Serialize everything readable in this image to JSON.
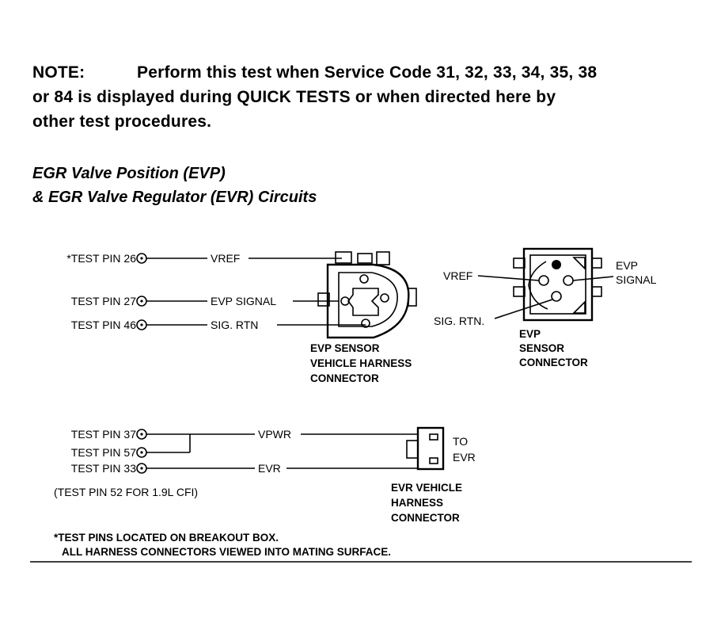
{
  "note": {
    "label": "NOTE:",
    "line1": "Perform this test when Service Code 31, 32, 33, 34, 35, 38",
    "line2": "or 84 is displayed during QUICK TESTS or when directed here by",
    "line3": "other test procedures."
  },
  "title": {
    "line1": "EGR Valve Position (EVP)",
    "line2": "& EGR Valve Regulator (EVR) Circuits"
  },
  "evp_harness": {
    "pins": [
      {
        "pin": "*TEST PIN 26",
        "signal": "VREF"
      },
      {
        "pin": "TEST PIN 27",
        "signal": "EVP SIGNAL"
      },
      {
        "pin": "TEST PIN 46",
        "signal": "SIG. RTN"
      }
    ],
    "caption": [
      "EVP SENSOR",
      "VEHICLE HARNESS",
      "CONNECTOR"
    ]
  },
  "evp_sensor": {
    "labels": {
      "vref": "VREF",
      "sig_rtn": "SIG. RTN.",
      "evp": "EVP",
      "signal": "SIGNAL"
    },
    "caption": [
      "EVP",
      "SENSOR",
      "CONNECTOR"
    ]
  },
  "evr": {
    "pins": [
      {
        "pin": "TEST PIN 37",
        "signal": "VPWR"
      },
      {
        "pin": "TEST PIN 57",
        "signal": ""
      },
      {
        "pin": "TEST PIN 33",
        "signal": "EVR"
      }
    ],
    "alt_note": "(TEST PIN 52 FOR 1.9L CFI)",
    "to_label": [
      "TO",
      "EVR"
    ],
    "caption": [
      "EVR VEHICLE",
      "HARNESS",
      "CONNECTOR"
    ]
  },
  "footnote": {
    "line1": "*TEST PINS LOCATED ON BREAKOUT BOX.",
    "line2": "ALL HARNESS CONNECTORS VIEWED INTO MATING SURFACE."
  }
}
